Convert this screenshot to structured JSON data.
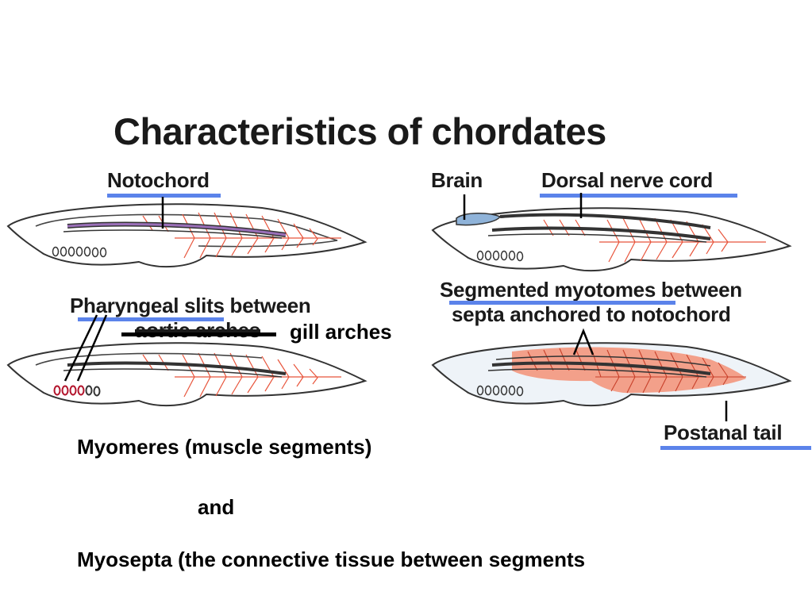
{
  "title": "Characteristics of chordates",
  "labels": {
    "notochord": "Notochord",
    "brain": "Brain",
    "dorsal_nerve_cord": "Dorsal nerve cord",
    "pharyngeal_line1": "Pharyngeal slits between",
    "pharyngeal_line2": "aortic arches",
    "segmented_line1": "Segmented myotomes between",
    "segmented_line2": "septa anchored to notochord",
    "postanal_tail": "Postanal tail"
  },
  "notes": {
    "gill_arches": "gill arches",
    "myomeres": "Myomeres (muscle segments)",
    "and": "and",
    "myosepta": "Myosepta (the connective tissue between segments"
  },
  "colors": {
    "underline": "#5b83ea",
    "myotome_line": "#e8553c",
    "myotome_fill": "#f3a08a",
    "brain_fill": "#8fb3d9",
    "notochord_purple": "#9a6fb8",
    "gill_red": "#b3132b"
  }
}
